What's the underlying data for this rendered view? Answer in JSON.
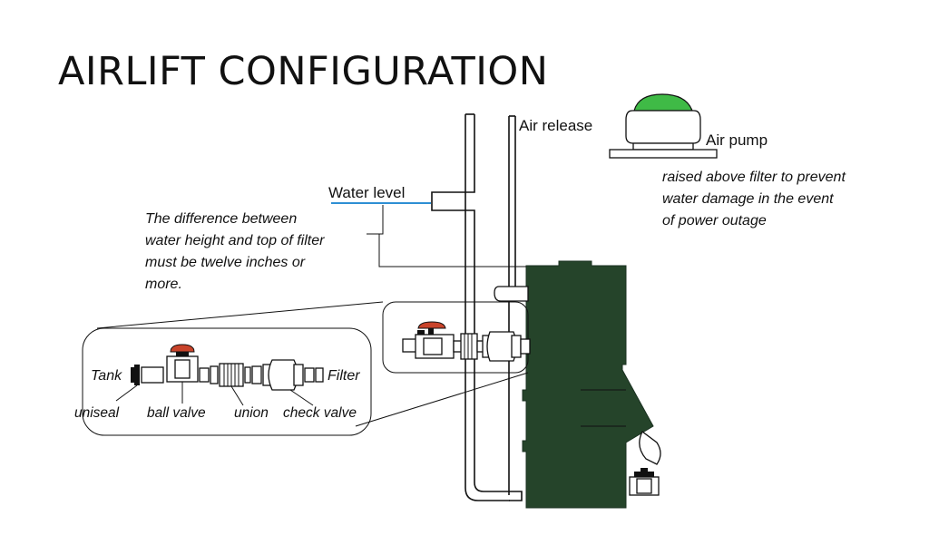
{
  "title": "AIRLIFT CONFIGURATION",
  "labels": {
    "air_release": "Air release",
    "air_pump": "Air pump",
    "water_level": "Water level"
  },
  "pump_note": [
    "raised above filter to prevent",
    "water damage in the event",
    "of power outage"
  ],
  "difference_note": [
    "The difference between",
    "water height and top of filter",
    "must be twelve inches or",
    "more."
  ],
  "detail": {
    "left_end": "Tank",
    "right_end": "Filter",
    "parts": [
      "uniseal",
      "ball valve",
      "union",
      "check valve"
    ]
  },
  "colors": {
    "filter_body": "#25442a",
    "pump_cap": "#3fba46",
    "valve_handle": "#c9432a",
    "water_line": "#2e8fd4"
  }
}
